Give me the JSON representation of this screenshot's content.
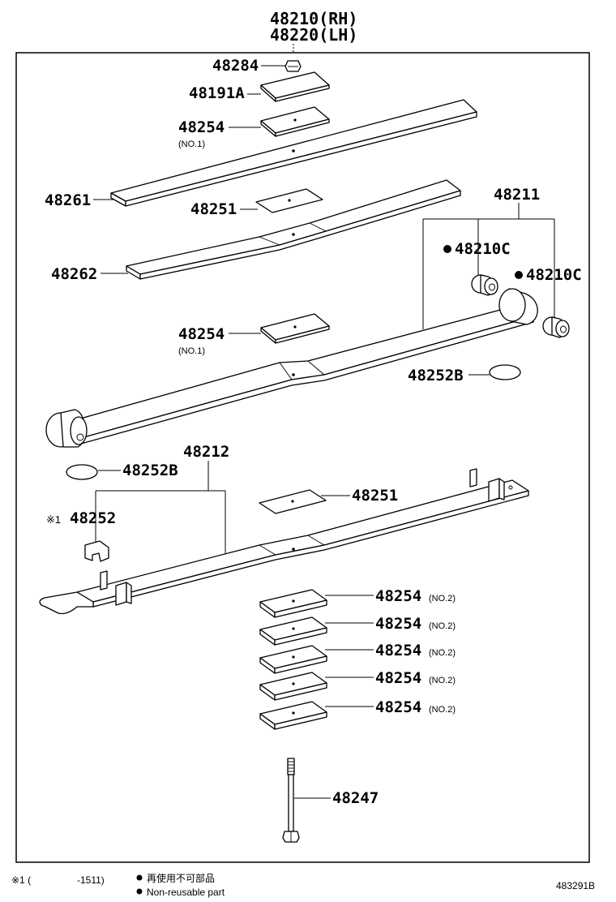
{
  "title_rh": "48210(RH)",
  "title_lh": "48220(LH)",
  "labels": {
    "nut": "48284",
    "plate": "48191A",
    "spacer_top": "48254",
    "spacer_top_sub": "(NO.1)",
    "leaf_top": "48261",
    "insert_top": "48251",
    "leaf_second": "48262",
    "spacer_mid": "48254",
    "spacer_mid_sub": "(NO.1)",
    "main_leaf": "48211",
    "bushing_a": "48210C",
    "bushing_b": "48210C",
    "cap_right": "48252B",
    "lower_leaf": "48212",
    "cap_left": "48252B",
    "clip_mark": "※1",
    "clip": "48252",
    "insert_lower": "48251",
    "spacer_no2": [
      "48254",
      "48254",
      "48254",
      "48254",
      "48254"
    ],
    "spacer_no2_sub": "(NO.2)",
    "bolt": "48247"
  },
  "footer": {
    "note_mark": "※1 (",
    "note_range": "-1511)",
    "legend_jp": "再使用不可部品",
    "legend_en": "Non-reusable part",
    "diagram_code": "483291B"
  }
}
